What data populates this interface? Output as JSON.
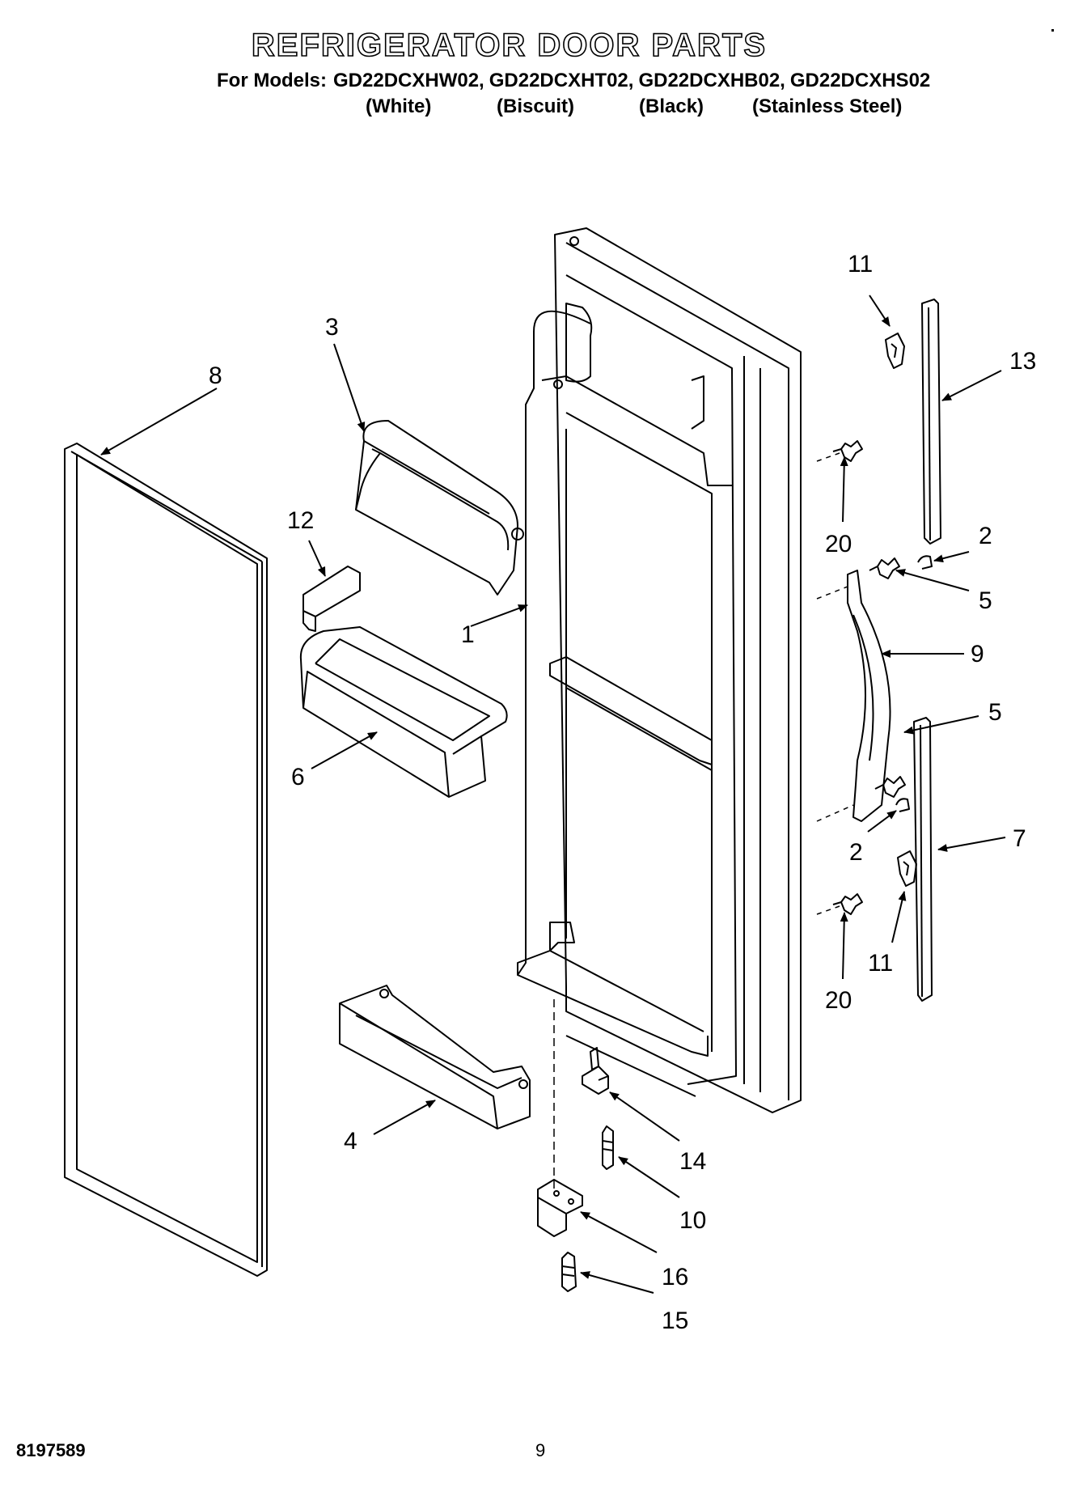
{
  "header": {
    "title": "REFRIGERATOR DOOR PARTS",
    "models_label": "For Models:",
    "models": [
      "GD22DCXHW02,",
      "GD22DCXHT02,",
      "GD22DCXHB02,",
      "GD22DCXHS02"
    ],
    "colors": [
      "(White)",
      "(Biscuit)",
      "(Black)",
      "(Stainless Steel)"
    ]
  },
  "callouts": {
    "c1": "1",
    "c2a": "2",
    "c2b": "2",
    "c3": "3",
    "c4": "4",
    "c5a": "5",
    "c5b": "5",
    "c6": "6",
    "c7": "7",
    "c8": "8",
    "c9": "9",
    "c10": "10",
    "c11a": "11",
    "c11b": "11",
    "c12": "12",
    "c13": "13",
    "c14": "14",
    "c15": "15",
    "c16": "16",
    "c20a": "20",
    "c20b": "20"
  },
  "footer": {
    "doc_number": "8197589",
    "page": "9"
  }
}
